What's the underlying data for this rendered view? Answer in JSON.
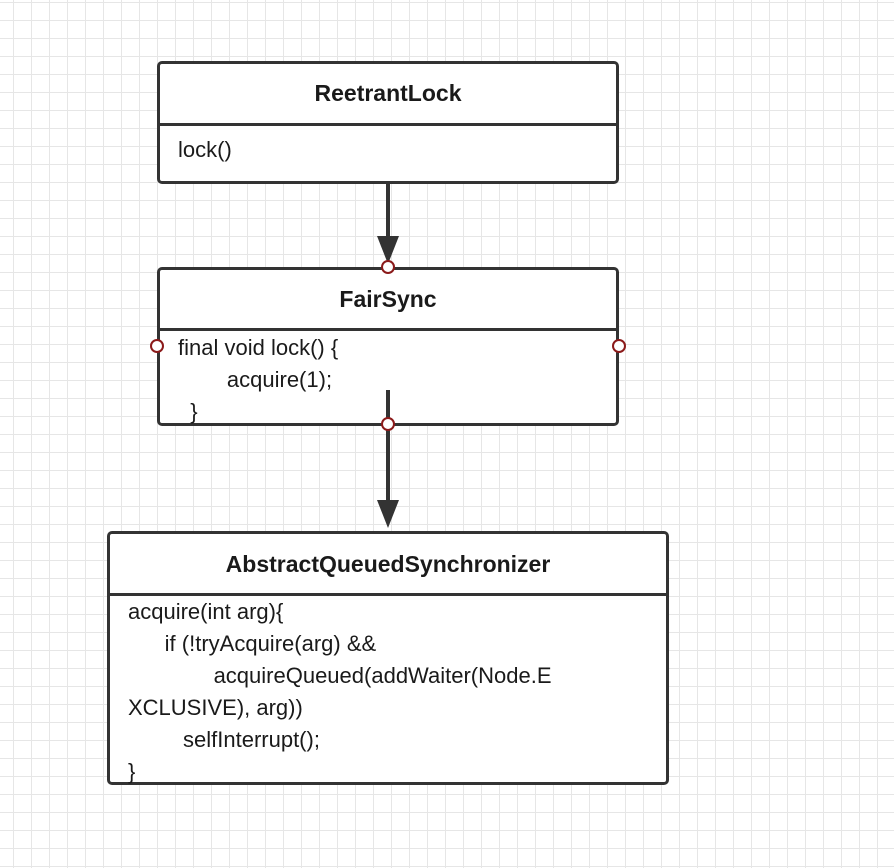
{
  "diagram": {
    "classes": [
      {
        "id": "reentrant",
        "name": "ReetrantLock",
        "body": "lock()"
      },
      {
        "id": "fairsync",
        "name": "FairSync",
        "body": "final void lock() {\n        acquire(1);\n  }"
      },
      {
        "id": "aqs",
        "name": "AbstractQueuedSynchronizer",
        "body": "acquire(int arg){\n      if (!tryAcquire(arg) &&\n              acquireQueued(addWaiter(Node.E\nXCLUSIVE), arg))\n         selfInterrupt();\n}"
      }
    ],
    "edges": [
      {
        "from": "ReetrantLock",
        "to": "FairSync"
      },
      {
        "from": "FairSync",
        "to": "AbstractQueuedSynchronizer"
      }
    ],
    "colors": {
      "line": "#333333",
      "connection_point": "#8b1a1a",
      "grid": "#e6e6e6"
    }
  }
}
